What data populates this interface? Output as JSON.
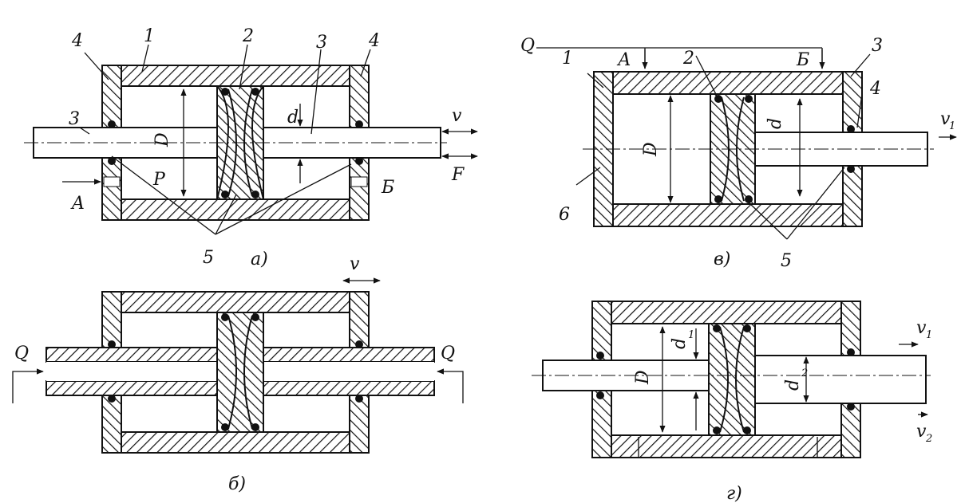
{
  "figure": {
    "a": {
      "caption": "а)",
      "labels": {
        "p1": "1",
        "p2": "2",
        "p3a": "3",
        "p3b": "3",
        "p4a": "4",
        "p4b": "4",
        "p5": "5",
        "D": "D",
        "d": "d",
        "P": "P",
        "A": "A",
        "B": "Б",
        "v": "v",
        "F": "F"
      }
    },
    "b": {
      "caption": "б)",
      "labels": {
        "v": "v",
        "Q1": "Q",
        "Q2": "Q"
      }
    },
    "c": {
      "caption": "в)",
      "labels": {
        "Q": "Q",
        "A": "А",
        "B": "Б",
        "p1": "1",
        "p2": "2",
        "p3": "3",
        "p4": "4",
        "p5": "5",
        "p6": "6",
        "D": "D",
        "d": "d",
        "v": "v",
        "v_sub": "1"
      }
    },
    "d": {
      "caption": "г)",
      "labels": {
        "D": "D",
        "d": "d",
        "d1_sub": "1",
        "d2_sub": "2",
        "v": "v",
        "v1_sub": "1",
        "v2_sub": "2"
      }
    }
  }
}
